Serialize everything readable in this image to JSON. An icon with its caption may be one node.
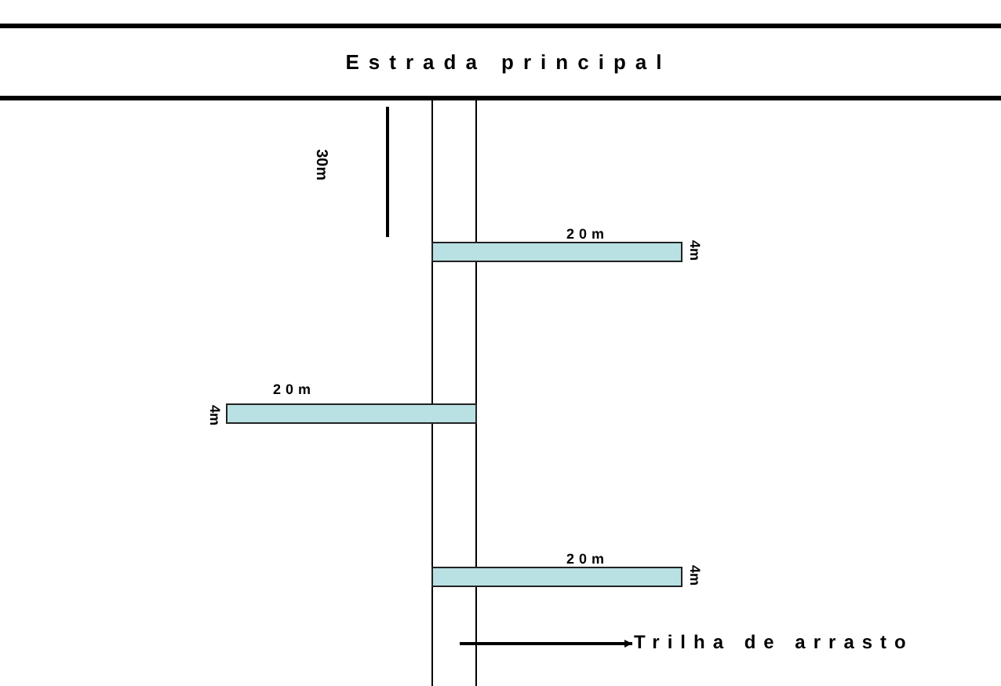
{
  "diagram": {
    "nodes": [
      {
        "text": [
          "Estrada principal"
        ]
      },
      {
        "text": [],
        "shape": "bar"
      },
      {
        "text": [],
        "shape": "bar",
        "beside": [
          "20m",
          "4m"
        ]
      },
      {
        "text": [],
        "shape": "bar",
        "beside": [
          "20m",
          "4m"
        ]
      },
      {
        "text": [],
        "shape": "bar",
        "beside": [
          "20m",
          "4m"
        ]
      },
      {
        "text": [
          "Trilha de arrasto"
        ]
      }
    ],
    "edges": [
      {
        "from": 1,
        "to": 5,
        "arrow": "to"
      }
    ],
    "labels": [
      "30m"
    ]
  }
}
